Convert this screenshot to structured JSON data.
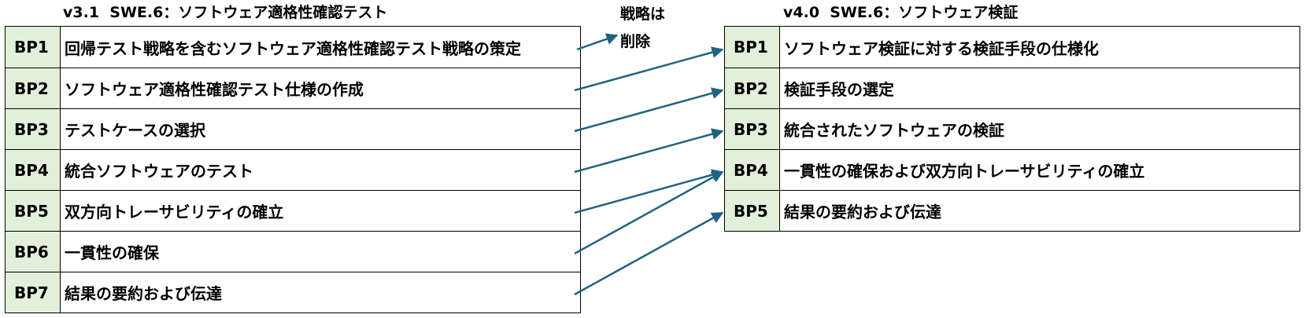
{
  "left_table": {
    "title": "v3.1  SWE.6：ソフトウェア適格性確認テスト",
    "rows": [
      {
        "id": "BP1",
        "text": "回帰テスト戦略を含むソフトウェア適格性確認テスト戦略の策定"
      },
      {
        "id": "BP2",
        "text": "ソフトウェア適格性確認テスト仕様の作成"
      },
      {
        "id": "BP3",
        "text": "テストケースの選択"
      },
      {
        "id": "BP4",
        "text": "統合ソフトウェアのテスト"
      },
      {
        "id": "BP5",
        "text": "双方向トレーサビリティの確立"
      },
      {
        "id": "BP6",
        "text": "一貫性の確保"
      },
      {
        "id": "BP7",
        "text": "結果の要約および伝達"
      }
    ]
  },
  "right_table": {
    "title": "v4.0  SWE.6：ソフトウェア検証",
    "rows": [
      {
        "id": "BP1",
        "text": "ソフトウェア検証に対する検証手段の仕様化"
      },
      {
        "id": "BP2",
        "text": "検証手段の選定"
      },
      {
        "id": "BP3",
        "text": "統合されたソフトウェアの検証"
      },
      {
        "id": "BP4",
        "text": "一貫性の確保および双方向トレーサビリティの確立"
      },
      {
        "id": "BP5",
        "text": "結果の要約および伝達"
      }
    ]
  },
  "note": {
    "line1": "戦略は",
    "line2": "削除"
  },
  "colors": {
    "arrow": "#1f6381",
    "bp_cell": "#e2efda",
    "border": "#000000"
  },
  "arrows": {
    "deleted_from": 1,
    "links": [
      {
        "from": 2,
        "to": 1
      },
      {
        "from": 3,
        "to": 2
      },
      {
        "from": 4,
        "to": 3
      },
      {
        "from": 5,
        "to": 4
      },
      {
        "from": 6,
        "to": 4
      },
      {
        "from": 7,
        "to": 5
      }
    ]
  }
}
